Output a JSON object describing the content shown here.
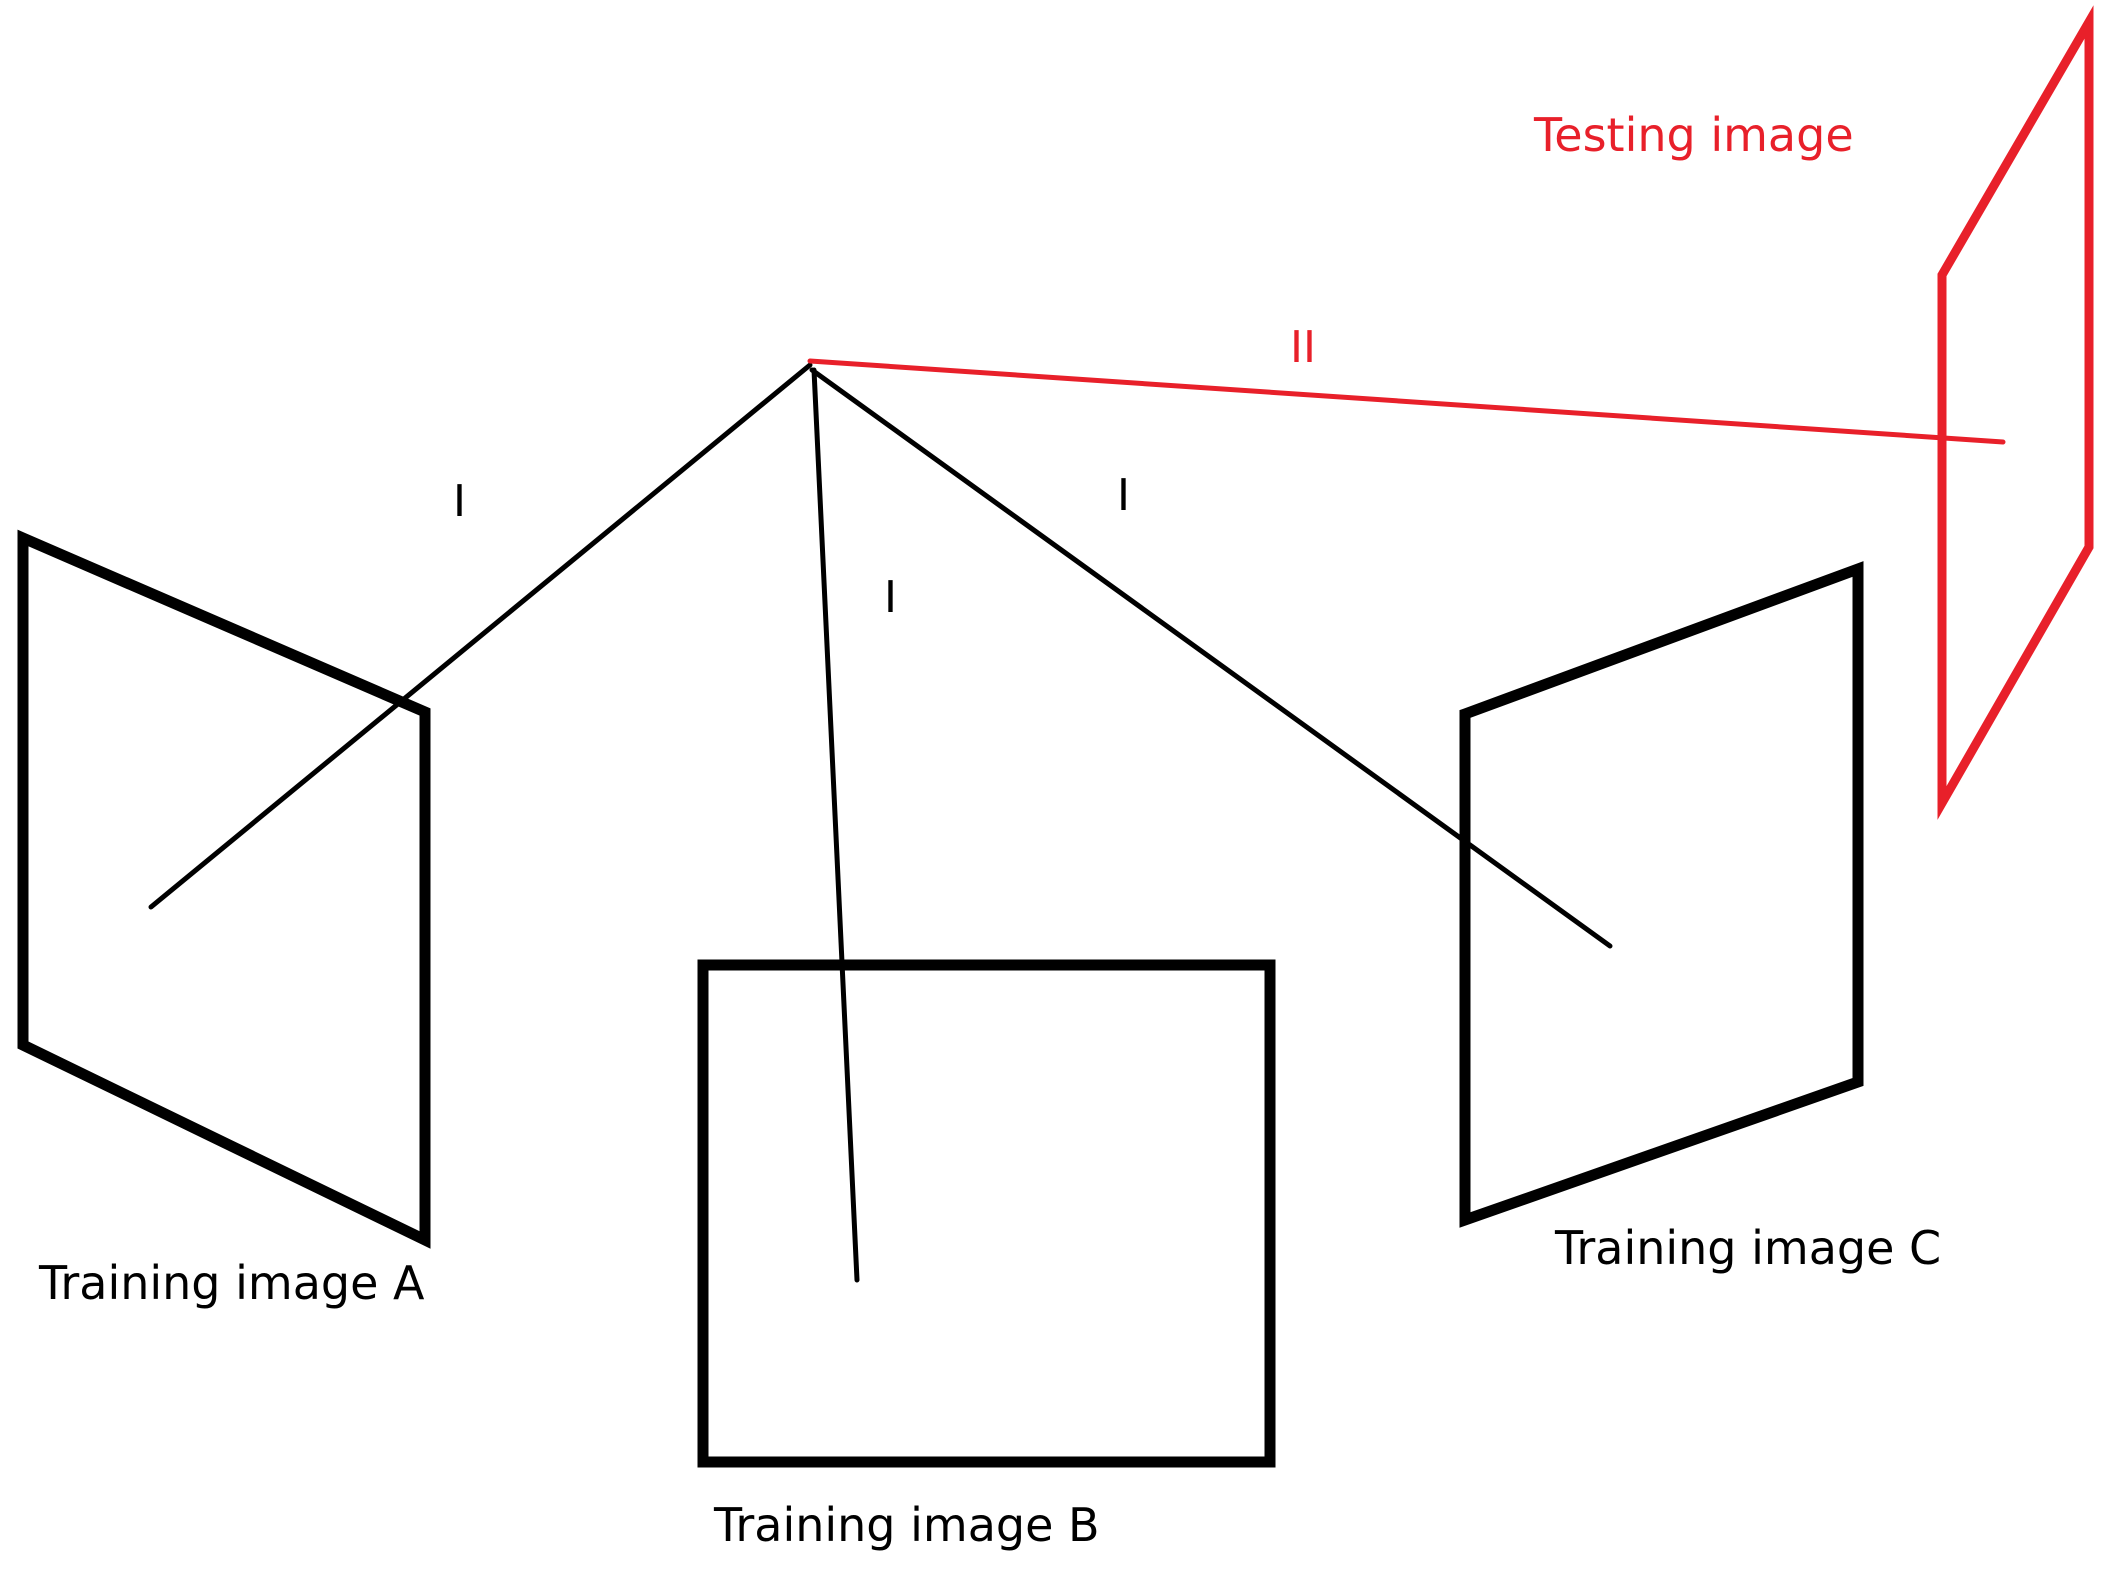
{
  "colors": {
    "training": "#000000",
    "testing": "#e8202a",
    "background": "#ffffff"
  },
  "labels": {
    "testing_image": "Testing image",
    "training_a": "Training image A",
    "training_b": "Training image B",
    "training_c": "Training image C",
    "edge_a": "I",
    "edge_b": "I",
    "edge_c": "I",
    "edge_test": "II"
  }
}
